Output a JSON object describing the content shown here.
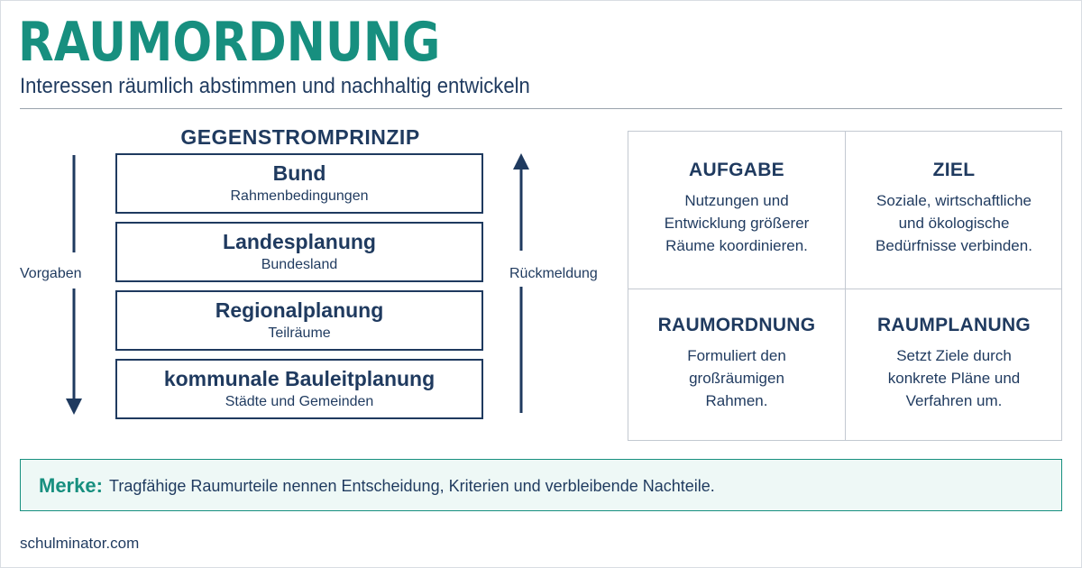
{
  "header": {
    "title": "RAUMORDNUNG",
    "subtitle": "Interessen räumlich abstimmen und nachhaltig entwickeln"
  },
  "gegenstrom": {
    "heading": "GEGENSTROMPRINZIP",
    "left_label": "Vorgaben",
    "right_label": "Rückmeldung",
    "levels": [
      {
        "name": "Bund",
        "desc": "Rahmenbedingungen"
      },
      {
        "name": "Landesplanung",
        "desc": "Bundesland"
      },
      {
        "name": "Regionalplanung",
        "desc": "Teilräume"
      },
      {
        "name": "kommunale Bauleitplanung",
        "desc": "Städte und Gemeinden"
      }
    ]
  },
  "grid": {
    "cells": [
      {
        "title": "AUFGABE",
        "lines": [
          "Nutzungen und",
          "Entwicklung größerer",
          "Räume koordinieren."
        ]
      },
      {
        "title": "ZIEL",
        "lines": [
          "Soziale, wirtschaftliche",
          "und ökologische",
          "Bedürfnisse verbinden."
        ]
      },
      {
        "title": "RAUMORDNUNG",
        "lines": [
          "Formuliert den",
          "großräumigen",
          "Rahmen."
        ]
      },
      {
        "title": "RAUMPLANUNG",
        "lines": [
          "Setzt Ziele durch",
          "konkrete Pläne und",
          "Verfahren um."
        ]
      }
    ]
  },
  "merke": {
    "label": "Merke:",
    "text": "Tragfähige Raumurteile nennen Entscheidung, Kriterien und verbleibende Nachteile."
  },
  "footer": {
    "site": "schulminator.com"
  },
  "colors": {
    "accent": "#178f7f",
    "navy": "#1f3a5f",
    "merke_bg": "#eef8f6"
  }
}
